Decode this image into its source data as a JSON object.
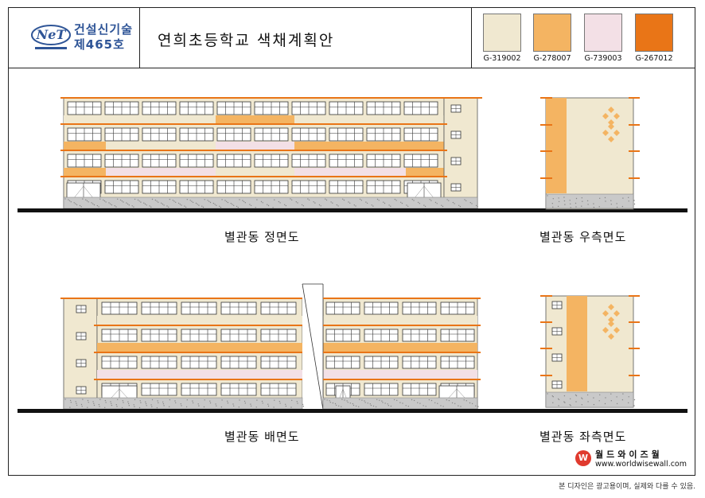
{
  "header": {
    "logo_mark": "NeT",
    "logo_line1": "건설신기술",
    "logo_line2": "제465호",
    "title": "연희초등학교 색채계획안"
  },
  "swatches": [
    {
      "code": "G-319002",
      "color": "#f0e8d0"
    },
    {
      "code": "G-278007",
      "color": "#f4b462"
    },
    {
      "code": "G-739003",
      "color": "#f3e0e6"
    },
    {
      "code": "G-267012",
      "color": "#e97517"
    }
  ],
  "captions": {
    "front": "별관동 정면도",
    "right": "별관동 우측면도",
    "back": "별관동 배면도",
    "left": "별관동 좌측면도"
  },
  "footer": {
    "brand_mark": "W",
    "brand_name": "월드와이즈월",
    "url": "www.worldwisewall.com",
    "notice": "본 디자인은 광고용이며, 실제와 다를 수 있음."
  },
  "colors": {
    "cream": "#f0e8d0",
    "peach": "#f4b462",
    "pink": "#f3e0e6",
    "orange": "#e97517",
    "ground": "#111111",
    "stone": "#c9c9c9"
  }
}
